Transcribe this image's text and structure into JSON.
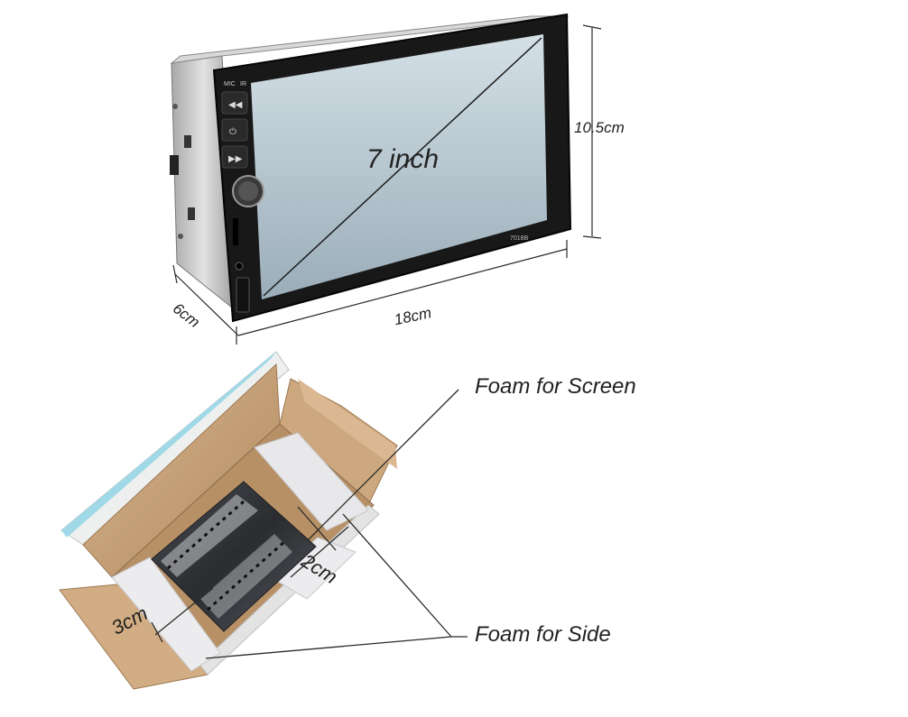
{
  "device": {
    "screen_label": "7 inch",
    "model_text": "7018B",
    "button_labels": [
      "MIC",
      "IR"
    ],
    "dimensions": {
      "height": "10.5cm",
      "width": "18cm",
      "depth": "6cm"
    }
  },
  "packaging": {
    "foam_screen_label": "Foam for Screen",
    "foam_side_label": "Foam for Side",
    "dim_2cm": "2cm",
    "dim_3cm": "3cm"
  },
  "colors": {
    "bezel": "#1a1a1a",
    "screen_top": "#cfdce3",
    "screen_bottom": "#9fb2bd",
    "chassis": "#c9c9c9",
    "cardboard": "#c9a37a",
    "box_white": "#eef0ef",
    "foam": "#e8e8ea",
    "dimension_line": "#2a2a2a"
  },
  "icons": [
    "prev-track-icon",
    "power-mode-icon",
    "next-track-icon",
    "volume-knob-icon",
    "usb-port-icon"
  ]
}
